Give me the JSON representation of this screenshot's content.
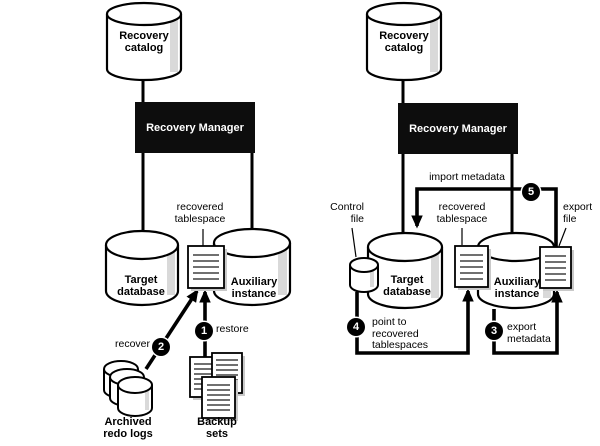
{
  "colors": {
    "ink": "#000000",
    "box_bg": "#0d0d0d",
    "box_text": "#ffffff",
    "shade": "#d9d9d9",
    "shadow": "#c9c9c9"
  },
  "left": {
    "recovery_catalog": "Recovery\ncatalog",
    "recovery_manager": "Recovery Manager",
    "recovered_tablespace": "recovered\ntablespace",
    "target_database": "Target\ndatabase",
    "auxiliary_instance": "Auxiliary\ninstance",
    "archived_redo_logs": "Archived\nredo logs",
    "backup_sets": "Backup\nsets",
    "steps": [
      {
        "num": "1",
        "label": "restore"
      },
      {
        "num": "2",
        "label": "recover"
      }
    ]
  },
  "right": {
    "recovery_catalog": "Recovery\ncatalog",
    "recovery_manager": "Recovery Manager",
    "control_file": "Control\nfile",
    "recovered_tablespace": "recovered\ntablespace",
    "export_file": "export\nfile",
    "target_database": "Target\ndatabase",
    "auxiliary_instance": "Auxiliary\ninstance",
    "steps": [
      {
        "num": "3",
        "label": "export\nmetadata"
      },
      {
        "num": "4",
        "label": "point to\nrecovered\ntablespaces"
      },
      {
        "num": "5",
        "label": "import metadata"
      }
    ]
  }
}
